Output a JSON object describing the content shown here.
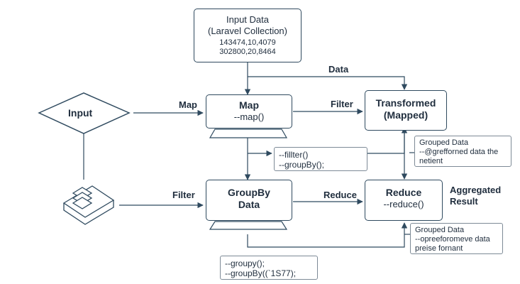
{
  "nodes": {
    "input_data": {
      "title": "Input Data",
      "subtitle": "(Laravel Collection)",
      "lines": [
        "143474,10,4079",
        "302800,20,8464"
      ]
    },
    "input": {
      "title": "Input"
    },
    "map": {
      "title": "Map",
      "method": "--map()"
    },
    "transformed": {
      "title": "Transformed",
      "subtitle": "(Mapped)"
    },
    "groupby": {
      "title": "GroupBy",
      "subtitle": "Data"
    },
    "reduce": {
      "title": "Reduce",
      "method": "--reduce()"
    },
    "aggregated": {
      "line1": "Aggregated",
      "line2": "Result"
    }
  },
  "edge_labels": {
    "data": "Data",
    "map": "Map",
    "filter_top": "Filter",
    "filter_bottom": "Filter",
    "reduce": "Reduce"
  },
  "notes": {
    "filter_group": [
      "--fillter()",
      "--groupBy();"
    ],
    "grouped_top": [
      "Grouped Data",
      "--@grefforned data the",
      "netient"
    ],
    "grouped_bottom": [
      "Grouped Data",
      "--opreeforomeve data",
      "preise fornant"
    ],
    "groupy": [
      "--groupy();",
      "--groupBy((`1S77);"
    ]
  },
  "colors": {
    "stroke": "#2f4a5f",
    "text": "#1f2d3d",
    "note_border": "#7d8a96"
  },
  "icons": {
    "database": "stacked-layers-icon"
  }
}
